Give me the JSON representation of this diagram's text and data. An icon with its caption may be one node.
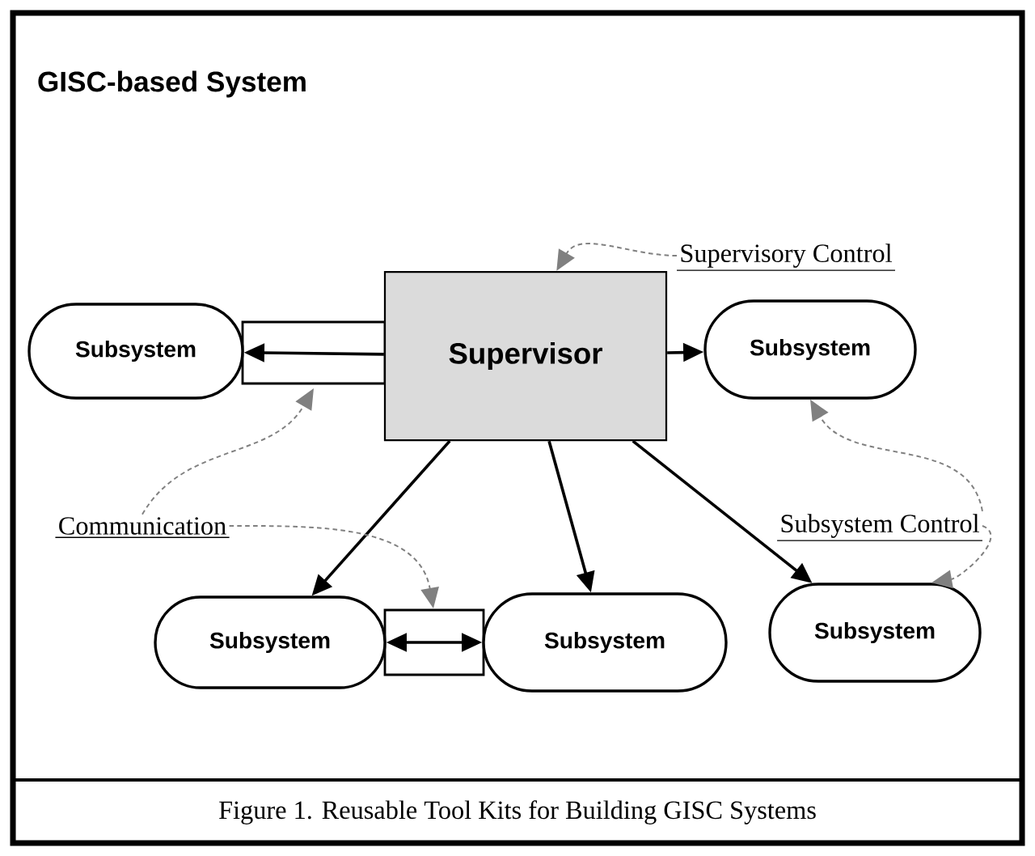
{
  "diagram": {
    "title": "GISC-based System",
    "caption": "Figure 1. Reusable Tool Kits for Building GISC Systems",
    "nodes": [
      {
        "text": [
          "Supervisor"
        ]
      },
      {
        "text": [
          "Subsystem"
        ]
      },
      {
        "text": [
          "Subsystem"
        ]
      },
      {
        "text": [
          "Subsystem"
        ]
      },
      {
        "text": [
          "Subsystem"
        ]
      },
      {
        "text": [
          "Subsystem"
        ]
      },
      {
        "text": [
          "Supervisory Control"
        ]
      },
      {
        "text": [
          "Communication"
        ]
      },
      {
        "text": [
          "Subsystem Control"
        ]
      }
    ],
    "edges": [
      {
        "from": 0,
        "to": 1,
        "arrow": "to"
      },
      {
        "from": 0,
        "to": 2,
        "arrow": "to"
      },
      {
        "from": 0,
        "to": 3,
        "arrow": "to"
      },
      {
        "from": 0,
        "to": 4,
        "arrow": "to"
      },
      {
        "from": 0,
        "to": 5,
        "arrow": "to"
      },
      {
        "from": 3,
        "to": 4,
        "arrow": "both"
      },
      {
        "from": 6,
        "to": 0,
        "arrow": "to",
        "style": "dashed",
        "color": "#808080"
      },
      {
        "from": 7,
        "to": null,
        "arrow": "to",
        "style": "dashed",
        "color": "#808080"
      },
      {
        "from": 7,
        "to": null,
        "arrow": "to",
        "style": "dashed",
        "color": "#808080"
      },
      {
        "from": 8,
        "to": 2,
        "arrow": "to",
        "style": "dashed",
        "color": "#808080"
      },
      {
        "from": 8,
        "to": 5,
        "arrow": "to",
        "style": "dashed",
        "color": "#808080"
      }
    ]
  }
}
